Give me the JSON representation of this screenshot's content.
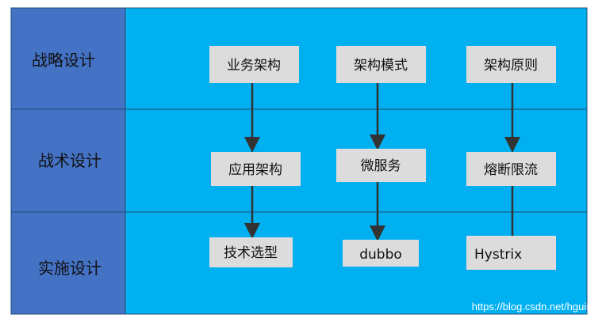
{
  "colors": {
    "label_column": "#4472C4",
    "content_area": "#00B0F0",
    "grid_line": "#1F4E79",
    "box_fill": "#DCDCDC",
    "arrow": "#333333"
  },
  "rows": [
    {
      "label": "战略设计"
    },
    {
      "label": "战术设计"
    },
    {
      "label": "实施设计"
    }
  ],
  "boxes": {
    "strategy": [
      "业务架构",
      "架构模式",
      "架构原则"
    ],
    "tactics": [
      "应用架构",
      "微服务",
      "熔断限流"
    ],
    "implementation": [
      "技术选型",
      "dubbo",
      "Hystrix"
    ]
  },
  "watermark": "https://blog.csdn.net/hguisu"
}
